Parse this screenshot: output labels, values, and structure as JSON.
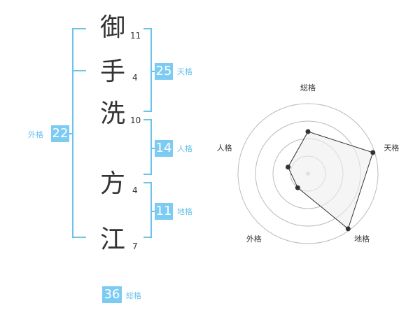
{
  "name": {
    "chars": [
      {
        "char": "御",
        "strokes": "11"
      },
      {
        "char": "手",
        "strokes": "4"
      },
      {
        "char": "洗",
        "strokes": "10"
      },
      {
        "char": "方",
        "strokes": "4"
      },
      {
        "char": "江",
        "strokes": "7"
      }
    ]
  },
  "fortune": {
    "tenkaku": {
      "value": "25",
      "label": "天格"
    },
    "jinkaku": {
      "value": "14",
      "label": "人格"
    },
    "chikaku": {
      "value": "11",
      "label": "地格"
    },
    "gaikaku": {
      "value": "22",
      "label": "外格"
    },
    "soukaku": {
      "value": "36",
      "label": "総格"
    }
  },
  "chart_data": {
    "type": "radar",
    "axes": [
      "総格",
      "天格",
      "地格",
      "外格",
      "人格"
    ],
    "rings": 4,
    "ring_max": 4,
    "values": [
      2.4,
      3.9,
      3.9,
      1.0,
      1.2
    ],
    "colors": {
      "fill": "#eeeeee",
      "line": "#333333",
      "ring": "#bbbbbb"
    }
  },
  "colors": {
    "accent": "#7ccbf2",
    "bracket": "#6cc3ea"
  }
}
